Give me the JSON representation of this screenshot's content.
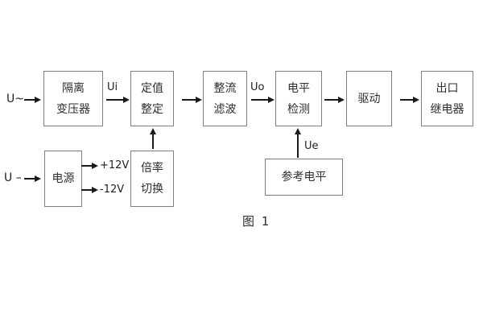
{
  "figure": {
    "caption": "图 1"
  },
  "labels": {
    "u_ac": "U~",
    "u_dc": "U –",
    "ui": "Ui",
    "uo": "Uo",
    "ue": "Ue",
    "plus_12v": "+12V",
    "minus_12v": "-12V"
  },
  "blocks": {
    "isolation_transformer": {
      "line1": "隔离",
      "line2": "变压器"
    },
    "setpoint_adjust": {
      "line1": "定值",
      "line2": "整定"
    },
    "rectifier_filter": {
      "line1": "整流",
      "line2": "滤波"
    },
    "level_detection": {
      "line1": "电平",
      "line2": "检测"
    },
    "driver": {
      "line1": "驱动"
    },
    "output_relay": {
      "line1": "出口",
      "line2": "继电器"
    },
    "power_supply": {
      "line1": "电源"
    },
    "ratio_switch": {
      "line1": "倍率",
      "line2": "切换"
    },
    "reference_level": {
      "line1": "参考电平"
    }
  },
  "colors": {
    "background": "#ffffff",
    "box_border": "#7e7e7e",
    "text": "#2e2e2e",
    "arrow": "#1a1a1a"
  }
}
